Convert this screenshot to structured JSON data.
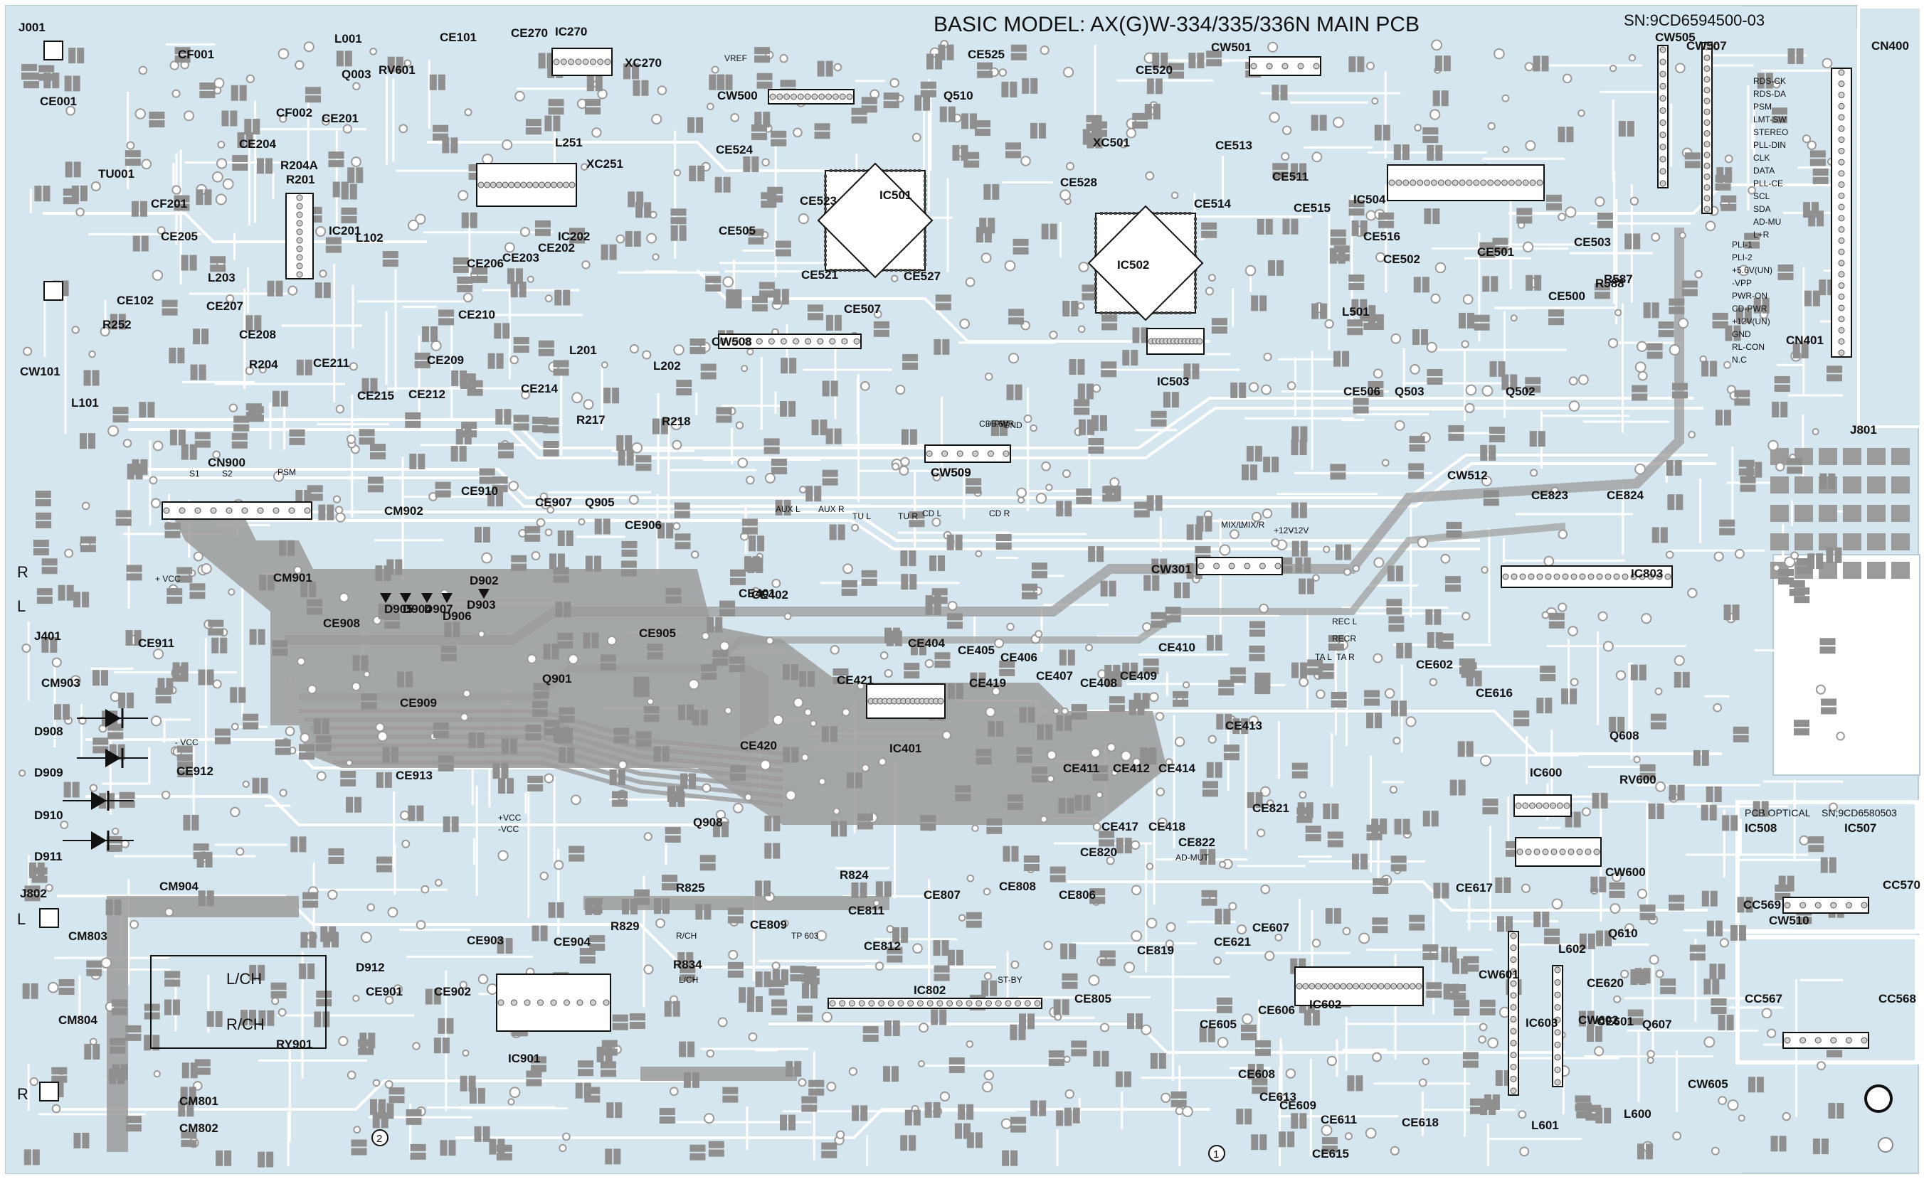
{
  "header": {
    "title": "BASIC MODEL: AX(G)W-334/335/336N MAIN PCB",
    "serial": "SN:9CD6594500-03"
  },
  "optical_board": {
    "title": "PCB OPTICAL",
    "serial": "SN;9CD6580503"
  },
  "relay_labels": {
    "left": "L/CH",
    "right": "R/CH"
  },
  "terminal_letters": [
    "R",
    "L",
    "L",
    "R"
  ],
  "markers": [
    "1",
    "2"
  ],
  "colors": {
    "board": "#d6e6ef",
    "trace": "#ffffff",
    "copper": "#9b9b9b",
    "silk": "#111111",
    "pad": "#cfcfcf"
  },
  "cn400_signals": [
    "RDS-CK",
    "RDS-DA",
    "PSM",
    "LMT-SW",
    "STEREO",
    "PLL-DIN",
    "CLK",
    "DATA",
    "PLL-CE",
    "SCL",
    "SDA",
    "AD-MU",
    "L+R"
  ],
  "cn401_signals": [
    "PLI-1",
    "PLI-2",
    "+5.6V(UN)",
    "-VPP",
    "PWR-ON",
    "CD-PWR",
    "+12V(UN)",
    "GND",
    "RL-CON",
    "N.C"
  ],
  "components": [
    {
      "ref": "J001",
      "kind": "conn"
    },
    {
      "ref": "CE001",
      "kind": "cap"
    },
    {
      "ref": "TU001",
      "kind": "ic"
    },
    {
      "ref": "CF001",
      "kind": "filter"
    },
    {
      "ref": "L001",
      "kind": "coil"
    },
    {
      "ref": "Q003",
      "kind": "transistor"
    },
    {
      "ref": "RV601",
      "kind": "pot"
    },
    {
      "ref": "CE101",
      "kind": "cap"
    },
    {
      "ref": "CE270",
      "kind": "cap"
    },
    {
      "ref": "IC270",
      "kind": "ic"
    },
    {
      "ref": "XC270",
      "kind": "crystal"
    },
    {
      "ref": "XC251",
      "kind": "crystal"
    },
    {
      "ref": "L251",
      "kind": "coil"
    },
    {
      "ref": "CE201",
      "kind": "cap"
    },
    {
      "ref": "CF002",
      "kind": "filter"
    },
    {
      "ref": "CE204",
      "kind": "cap"
    },
    {
      "ref": "R204A",
      "kind": "res"
    },
    {
      "ref": "R201",
      "kind": "res"
    },
    {
      "ref": "CF201",
      "kind": "filter"
    },
    {
      "ref": "CE205",
      "kind": "cap"
    },
    {
      "ref": "IC201",
      "kind": "ic"
    },
    {
      "ref": "L102",
      "kind": "coil"
    },
    {
      "ref": "CE206",
      "kind": "cap"
    },
    {
      "ref": "CE203",
      "kind": "cap"
    },
    {
      "ref": "CE202",
      "kind": "cap"
    },
    {
      "ref": "IC202",
      "kind": "ic"
    },
    {
      "ref": "L203",
      "kind": "coil"
    },
    {
      "ref": "CE102",
      "kind": "cap"
    },
    {
      "ref": "CE207",
      "kind": "cap"
    },
    {
      "ref": "CE208",
      "kind": "cap"
    },
    {
      "ref": "R252",
      "kind": "res"
    },
    {
      "ref": "R204",
      "kind": "res"
    },
    {
      "ref": "CE211",
      "kind": "cap"
    },
    {
      "ref": "CE210",
      "kind": "cap"
    },
    {
      "ref": "CE209",
      "kind": "cap"
    },
    {
      "ref": "CE212",
      "kind": "cap"
    },
    {
      "ref": "CE215",
      "kind": "cap"
    },
    {
      "ref": "CE214",
      "kind": "cap"
    },
    {
      "ref": "L201",
      "kind": "coil"
    },
    {
      "ref": "L202",
      "kind": "coil"
    },
    {
      "ref": "R217",
      "kind": "res"
    },
    {
      "ref": "R218",
      "kind": "res"
    },
    {
      "ref": "CW101",
      "kind": "conn"
    },
    {
      "ref": "L101",
      "kind": "coil"
    },
    {
      "ref": "CW500",
      "kind": "conn"
    },
    {
      "ref": "CE524",
      "kind": "cap"
    },
    {
      "ref": "CE525",
      "kind": "cap"
    },
    {
      "ref": "Q510",
      "kind": "transistor"
    },
    {
      "ref": "IC501",
      "kind": "ic"
    },
    {
      "ref": "CE523",
      "kind": "cap"
    },
    {
      "ref": "CE528",
      "kind": "cap"
    },
    {
      "ref": "XC501",
      "kind": "crystal"
    },
    {
      "ref": "CE520",
      "kind": "cap"
    },
    {
      "ref": "CW501",
      "kind": "conn"
    },
    {
      "ref": "CE513",
      "kind": "cap"
    },
    {
      "ref": "CE511",
      "kind": "cap"
    },
    {
      "ref": "CE514",
      "kind": "cap"
    },
    {
      "ref": "CE515",
      "kind": "cap"
    },
    {
      "ref": "IC502",
      "kind": "ic"
    },
    {
      "ref": "CE521",
      "kind": "cap"
    },
    {
      "ref": "CE527",
      "kind": "cap"
    },
    {
      "ref": "CE507",
      "kind": "cap"
    },
    {
      "ref": "CE505",
      "kind": "cap"
    },
    {
      "ref": "CW508",
      "kind": "conn"
    },
    {
      "ref": "IC503",
      "kind": "ic"
    },
    {
      "ref": "CE516",
      "kind": "cap"
    },
    {
      "ref": "CE502",
      "kind": "cap"
    },
    {
      "ref": "L501",
      "kind": "coil"
    },
    {
      "ref": "IC504",
      "kind": "ic"
    },
    {
      "ref": "CE501",
      "kind": "cap"
    },
    {
      "ref": "R587",
      "kind": "res"
    },
    {
      "ref": "CE500",
      "kind": "cap"
    },
    {
      "ref": "R588",
      "kind": "res"
    },
    {
      "ref": "CE503",
      "kind": "cap"
    },
    {
      "ref": "CE506",
      "kind": "cap"
    },
    {
      "ref": "Q503",
      "kind": "transistor"
    },
    {
      "ref": "Q502",
      "kind": "transistor"
    },
    {
      "ref": "CW505",
      "kind": "conn"
    },
    {
      "ref": "CW507",
      "kind": "conn"
    },
    {
      "ref": "CN400",
      "kind": "conn"
    },
    {
      "ref": "CN401",
      "kind": "conn"
    },
    {
      "ref": "J801",
      "kind": "conn"
    },
    {
      "ref": "CW509",
      "kind": "conn"
    },
    {
      "ref": "CW512",
      "kind": "conn"
    },
    {
      "ref": "CN900",
      "kind": "conn"
    },
    {
      "ref": "CE910",
      "kind": "cap"
    },
    {
      "ref": "CM902",
      "kind": "cap"
    },
    {
      "ref": "CE907",
      "kind": "cap"
    },
    {
      "ref": "Q905",
      "kind": "transistor"
    },
    {
      "ref": "CE906",
      "kind": "cap"
    },
    {
      "ref": "CM901",
      "kind": "cap"
    },
    {
      "ref": "D905",
      "kind": "diode"
    },
    {
      "ref": "D904",
      "kind": "diode"
    },
    {
      "ref": "D907",
      "kind": "diode"
    },
    {
      "ref": "D906",
      "kind": "diode"
    },
    {
      "ref": "D902",
      "kind": "diode"
    },
    {
      "ref": "D903",
      "kind": "diode"
    },
    {
      "ref": "CE905",
      "kind": "cap"
    },
    {
      "ref": "Q901",
      "kind": "transistor"
    },
    {
      "ref": "CE908",
      "kind": "cap"
    },
    {
      "ref": "CE909",
      "kind": "cap"
    },
    {
      "ref": "CE911",
      "kind": "cap"
    },
    {
      "ref": "J401",
      "kind": "conn"
    },
    {
      "ref": "CM903",
      "kind": "cap"
    },
    {
      "ref": "D908",
      "kind": "diode"
    },
    {
      "ref": "D909",
      "kind": "diode"
    },
    {
      "ref": "D910",
      "kind": "diode"
    },
    {
      "ref": "D911",
      "kind": "diode"
    },
    {
      "ref": "CE912",
      "kind": "cap"
    },
    {
      "ref": "CE913",
      "kind": "cap"
    },
    {
      "ref": "CM904",
      "kind": "cap"
    },
    {
      "ref": "J802",
      "kind": "conn"
    },
    {
      "ref": "CM803",
      "kind": "cap"
    },
    {
      "ref": "CM804",
      "kind": "cap"
    },
    {
      "ref": "RY901",
      "kind": "relay"
    },
    {
      "ref": "D912",
      "kind": "diode"
    },
    {
      "ref": "CE901",
      "kind": "cap"
    },
    {
      "ref": "CE902",
      "kind": "cap"
    },
    {
      "ref": "CE903",
      "kind": "cap"
    },
    {
      "ref": "CE904",
      "kind": "cap"
    },
    {
      "ref": "IC901",
      "kind": "ic"
    },
    {
      "ref": "CM801",
      "kind": "cap"
    },
    {
      "ref": "CM802",
      "kind": "cap"
    },
    {
      "ref": "Q908",
      "kind": "transistor"
    },
    {
      "ref": "R825",
      "kind": "res"
    },
    {
      "ref": "R824",
      "kind": "res"
    },
    {
      "ref": "R829",
      "kind": "res"
    },
    {
      "ref": "R834",
      "kind": "res"
    },
    {
      "ref": "CE809",
      "kind": "cap"
    },
    {
      "ref": "CE811",
      "kind": "cap"
    },
    {
      "ref": "CE812",
      "kind": "cap"
    },
    {
      "ref": "CE807",
      "kind": "cap"
    },
    {
      "ref": "CE808",
      "kind": "cap"
    },
    {
      "ref": "IC802",
      "kind": "ic"
    },
    {
      "ref": "CE401",
      "kind": "cap"
    },
    {
      "ref": "CE402",
      "kind": "cap"
    },
    {
      "ref": "CE404",
      "kind": "cap"
    },
    {
      "ref": "CE405",
      "kind": "cap"
    },
    {
      "ref": "CE406",
      "kind": "cap"
    },
    {
      "ref": "CE407",
      "kind": "cap"
    },
    {
      "ref": "CE408",
      "kind": "cap"
    },
    {
      "ref": "CE409",
      "kind": "cap"
    },
    {
      "ref": "CE410",
      "kind": "cap"
    },
    {
      "ref": "CE419",
      "kind": "cap"
    },
    {
      "ref": "CE421",
      "kind": "cap"
    },
    {
      "ref": "CE420",
      "kind": "cap"
    },
    {
      "ref": "IC401",
      "kind": "ic"
    },
    {
      "ref": "CE411",
      "kind": "cap"
    },
    {
      "ref": "CE412",
      "kind": "cap"
    },
    {
      "ref": "CE413",
      "kind": "cap"
    },
    {
      "ref": "CE414",
      "kind": "cap"
    },
    {
      "ref": "CE417",
      "kind": "cap"
    },
    {
      "ref": "CE418",
      "kind": "cap"
    },
    {
      "ref": "CE820",
      "kind": "cap"
    },
    {
      "ref": "CE822",
      "kind": "cap"
    },
    {
      "ref": "CE821",
      "kind": "cap"
    },
    {
      "ref": "CE806",
      "kind": "cap"
    },
    {
      "ref": "CE805",
      "kind": "cap"
    },
    {
      "ref": "CE819",
      "kind": "cap"
    },
    {
      "ref": "CW301",
      "kind": "conn"
    },
    {
      "ref": "CE823",
      "kind": "cap"
    },
    {
      "ref": "CE824",
      "kind": "cap"
    },
    {
      "ref": "IC803",
      "kind": "ic"
    },
    {
      "ref": "CE602",
      "kind": "cap"
    },
    {
      "ref": "CE616",
      "kind": "cap"
    },
    {
      "ref": "IC600",
      "kind": "ic"
    },
    {
      "ref": "RV600",
      "kind": "pot"
    },
    {
      "ref": "CW600",
      "kind": "conn"
    },
    {
      "ref": "CE617",
      "kind": "cap"
    },
    {
      "ref": "CE621",
      "kind": "cap"
    },
    {
      "ref": "CE607",
      "kind": "cap"
    },
    {
      "ref": "CE605",
      "kind": "cap"
    },
    {
      "ref": "CE606",
      "kind": "cap"
    },
    {
      "ref": "IC602",
      "kind": "ic"
    },
    {
      "ref": "IC603",
      "kind": "ic"
    },
    {
      "ref": "CW601",
      "kind": "conn"
    },
    {
      "ref": "CW602",
      "kind": "conn"
    },
    {
      "ref": "CE608",
      "kind": "cap"
    },
    {
      "ref": "CE613",
      "kind": "cap"
    },
    {
      "ref": "CE609",
      "kind": "cap"
    },
    {
      "ref": "CE611",
      "kind": "cap"
    },
    {
      "ref": "CE615",
      "kind": "cap"
    },
    {
      "ref": "CE618",
      "kind": "cap"
    },
    {
      "ref": "L601",
      "kind": "coil"
    },
    {
      "ref": "L602",
      "kind": "coil"
    },
    {
      "ref": "L600",
      "kind": "coil"
    },
    {
      "ref": "Q610",
      "kind": "transistor"
    },
    {
      "ref": "Q607",
      "kind": "transistor"
    },
    {
      "ref": "CE620",
      "kind": "cap"
    },
    {
      "ref": "CE601",
      "kind": "cap"
    },
    {
      "ref": "CW605",
      "kind": "conn"
    },
    {
      "ref": "Q608",
      "kind": "transistor"
    },
    {
      "ref": "IC508",
      "kind": "ic"
    },
    {
      "ref": "IC507",
      "kind": "ic"
    },
    {
      "ref": "CW510",
      "kind": "conn"
    },
    {
      "ref": "CW509",
      "kind": "conn"
    },
    {
      "ref": "CC570",
      "kind": "cap"
    },
    {
      "ref": "CC569",
      "kind": "cap"
    },
    {
      "ref": "CC567",
      "kind": "cap"
    },
    {
      "ref": "CC568",
      "kind": "cap"
    }
  ],
  "net_labels": [
    "VREF",
    "+ VCC",
    "- VCC",
    "+VCC",
    "-VCC",
    "R/CH",
    "L/CH",
    "AUX L",
    "AUX R",
    "TU L",
    "TU R",
    "CD L",
    "CD R",
    "REC L",
    "RECR",
    "TA L",
    "TA R",
    "AD-MUT",
    "ST-BY",
    "+5.6V",
    "CD-PWR",
    "GND",
    "+12V",
    "-12V",
    "MIX/L",
    "MIX/R",
    "S1",
    "S2",
    "PSM",
    "TP 603"
  ]
}
